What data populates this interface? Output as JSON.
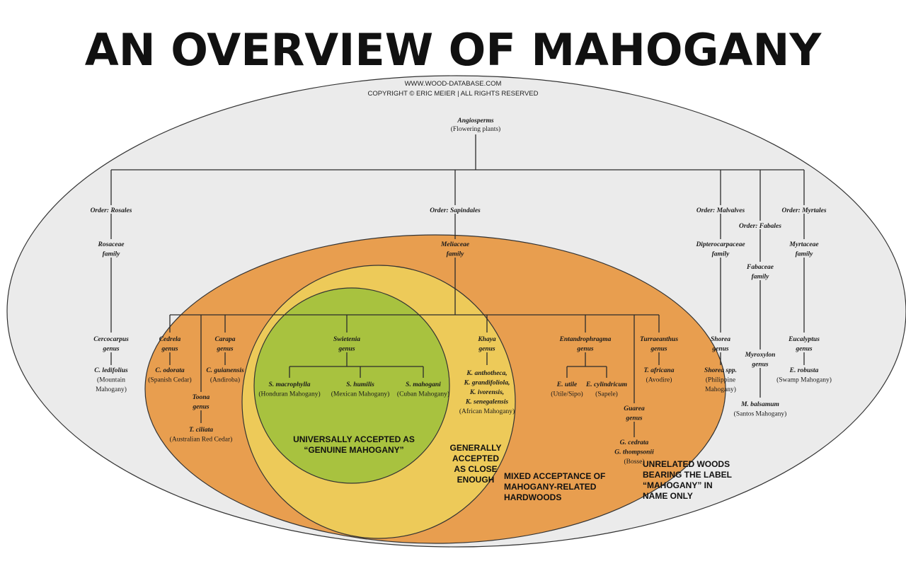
{
  "title": "AN OVERVIEW OF MAHOGANY",
  "credit": {
    "website": "WWW.WOOD-DATABASE.COM",
    "copyright": "COPYRIGHT © ERIC MEIER | ALL RIGHTS RESERVED"
  },
  "colors": {
    "outer": "#ebebeb",
    "orange": "#e89e4f",
    "yellow": "#edca59",
    "green": "#a8c23f"
  },
  "zones": {
    "green": [
      "UNIVERSALLY ACCEPTED AS",
      "“GENUINE MAHOGANY”"
    ],
    "yellow": [
      "GENERALLY",
      "ACCEPTED",
      "AS CLOSE",
      "ENOUGH"
    ],
    "orange": [
      "MIXED ACCEPTANCE OF",
      "MAHOGANY-RELATED",
      "HARDWOODS"
    ],
    "outer": [
      "UNRELATED WOODS",
      "BEARING THE LABEL",
      "“MAHOGANY” IN",
      "NAME ONLY"
    ]
  },
  "tree": {
    "root": {
      "name": "Angiosperms",
      "common": "(Flowering plants)"
    },
    "orders": {
      "rosales": "Order: Rosales",
      "sapindales": "Order: Sapindales",
      "malvales": "Order: Malvalves",
      "fabales": "Order: Fabales",
      "myrtales": "Order: Myrtales"
    },
    "families": {
      "rosaceae": [
        "Rosaceae",
        "family"
      ],
      "meliaceae": [
        "Meliaceae",
        "family"
      ],
      "dipterocarpaceae": [
        "Dipterocarpaceae",
        "family"
      ],
      "fabaceae": [
        "Fabaceae",
        "family"
      ],
      "myrtaceae": [
        "Myrtaceae",
        "family"
      ]
    },
    "genera": {
      "cercocarpus": [
        "Cercocarpus",
        "genus"
      ],
      "cedrela": [
        "Cedrela",
        "genus"
      ],
      "toona": [
        "Toona",
        "genus"
      ],
      "carapa": [
        "Carapa",
        "genus"
      ],
      "swietenia": [
        "Swietenia",
        "genus"
      ],
      "khaya": [
        "Khaya",
        "genus"
      ],
      "entandrophragma": [
        "Entandrophragma",
        "genus"
      ],
      "guarea": [
        "Guarea",
        "genus"
      ],
      "turraeanthus": [
        "Turraeanthus",
        "genus"
      ],
      "shorea": [
        "Shorea",
        "genus"
      ],
      "myroxylon": [
        "Myroxylon",
        "genus"
      ],
      "eucalyptus": [
        "Eucalyptus",
        "genus"
      ]
    },
    "species": {
      "c_ledifolius": {
        "names": [
          "C. ledifolius"
        ],
        "common": [
          "(Mountain",
          "Mahogany)"
        ]
      },
      "c_odorata": {
        "names": [
          "C. odorata"
        ],
        "common": [
          "(Spanish Cedar)"
        ]
      },
      "t_ciliata": {
        "names": [
          "T. ciliata"
        ],
        "common": [
          "(Australian Red Cedar)"
        ]
      },
      "c_guianensis": {
        "names": [
          "C. guianensis"
        ],
        "common": [
          "(Andiroba)"
        ]
      },
      "s_macrophylla": {
        "names": [
          "S. macrophylla"
        ],
        "common": [
          "(Honduran Mahogany)"
        ]
      },
      "s_humilis": {
        "names": [
          "S. humilis"
        ],
        "common": [
          "(Mexican Mahogany)"
        ]
      },
      "s_mahogani": {
        "names": [
          "S. mahogani"
        ],
        "common": [
          "(Cuban Mahogany)"
        ]
      },
      "khaya_spp": {
        "names": [
          "K. anthotheca,",
          "K. grandifoliola,",
          "K. ivorensis,",
          "K. senegalensis"
        ],
        "common": [
          "(African Mahogany)"
        ]
      },
      "e_utile": {
        "names": [
          "E. utile"
        ],
        "common": [
          "(Utile/Sipo)"
        ]
      },
      "e_cylindricum": {
        "names": [
          "E. cylindricum"
        ],
        "common": [
          "(Sapele)"
        ]
      },
      "guarea_spp": {
        "names": [
          "G. cedrata",
          "G. thompsonii"
        ],
        "common": [
          "(Bosse)"
        ]
      },
      "t_africana": {
        "names": [
          "T. africana"
        ],
        "common": [
          "(Avodire)"
        ]
      },
      "shorea_spp": {
        "names": [
          "Shorea spp."
        ],
        "common": [
          "(Philippine",
          "Mahogany)"
        ]
      },
      "m_balsamum": {
        "names": [
          "M. balsamum"
        ],
        "common": [
          "(Santos Mahogany)"
        ]
      },
      "e_robusta": {
        "names": [
          "E. robusta"
        ],
        "common": [
          "(Swamp Mahogany)"
        ]
      }
    }
  }
}
